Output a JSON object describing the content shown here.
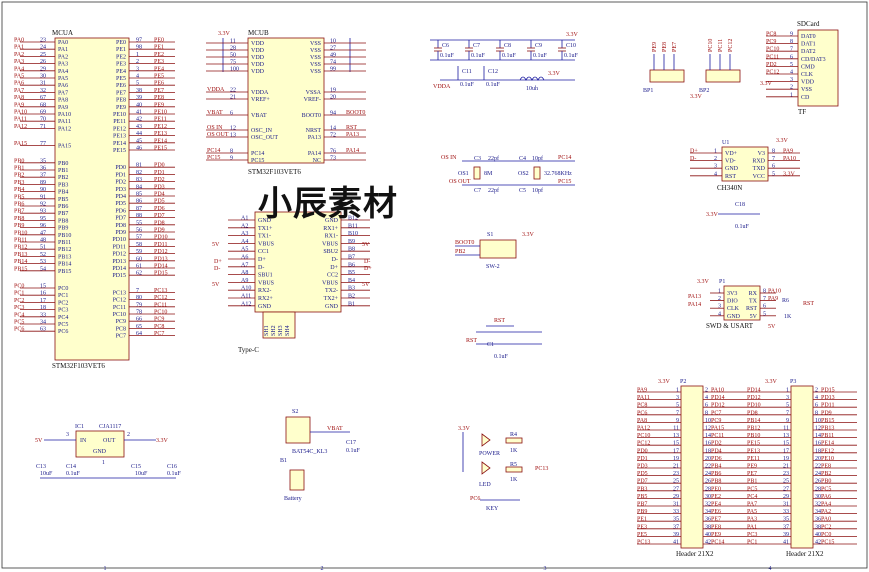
{
  "watermark": "小辰素材",
  "mcua": {
    "name": "MCUA",
    "part": "STM32F103VET6",
    "left": [
      [
        "PA0",
        "23",
        "PA0"
      ],
      [
        "PA1",
        "24",
        "PA1"
      ],
      [
        "PA2",
        "25",
        "PA2"
      ],
      [
        "PA3",
        "26",
        "PA3"
      ],
      [
        "PA4",
        "29",
        "PA4"
      ],
      [
        "PA5",
        "30",
        "PA5"
      ],
      [
        "PA6",
        "31",
        "PA6"
      ],
      [
        "PA7",
        "32",
        "PA7"
      ],
      [
        "PA8",
        "67",
        "PA8"
      ],
      [
        "PA9",
        "68",
        "PA9"
      ],
      [
        "PA10",
        "69",
        "PA10"
      ],
      [
        "PA11",
        "70",
        "PA11"
      ],
      [
        "PA12",
        "71",
        "PA12"
      ],
      [
        "PA15",
        "77",
        "PA15"
      ],
      [
        "PB0",
        "35",
        "PB0"
      ],
      [
        "PB1",
        "36",
        "PB1"
      ],
      [
        "PB2",
        "37",
        "PB2"
      ],
      [
        "PB3",
        "89",
        "PB3"
      ],
      [
        "PB4",
        "90",
        "PB4"
      ],
      [
        "PB5",
        "91",
        "PB5"
      ],
      [
        "PB6",
        "92",
        "PB6"
      ],
      [
        "PB7",
        "93",
        "PB7"
      ],
      [
        "PB8",
        "95",
        "PB8"
      ],
      [
        "PB9",
        "96",
        "PB9"
      ],
      [
        "PB10",
        "47",
        "PB10"
      ],
      [
        "PB11",
        "48",
        "PB11"
      ],
      [
        "PB12",
        "51",
        "PB12"
      ],
      [
        "PB13",
        "52",
        "PB13"
      ],
      [
        "PB14",
        "53",
        "PB14"
      ],
      [
        "PB15",
        "54",
        "PB15"
      ],
      [
        "PC0",
        "15",
        "PC0"
      ],
      [
        "PC1",
        "16",
        "PC1"
      ],
      [
        "PC2",
        "17",
        "PC2"
      ],
      [
        "PC3",
        "18",
        "PC3"
      ],
      [
        "PC4",
        "33",
        "PC4"
      ],
      [
        "PC5",
        "34",
        "PC5"
      ],
      [
        "PC6",
        "63",
        "PC6"
      ]
    ],
    "right": [
      [
        "PE0",
        "97",
        "PE0"
      ],
      [
        "PE1",
        "98",
        "PE1"
      ],
      [
        "PE2",
        "1",
        "PE2"
      ],
      [
        "PE3",
        "2",
        "PE3"
      ],
      [
        "PE4",
        "3",
        "PE4"
      ],
      [
        "PE5",
        "4",
        "PE5"
      ],
      [
        "PE6",
        "5",
        "PE6"
      ],
      [
        "PE7",
        "38",
        "PE7"
      ],
      [
        "PE8",
        "39",
        "PE8"
      ],
      [
        "PE9",
        "40",
        "PE9"
      ],
      [
        "PE10",
        "41",
        "PE10"
      ],
      [
        "PE11",
        "42",
        "PE11"
      ],
      [
        "PE12",
        "43",
        "PE12"
      ],
      [
        "PE13",
        "44",
        "PE13"
      ],
      [
        "PE14",
        "45",
        "PE14"
      ],
      [
        "PE15",
        "46",
        "PE15"
      ],
      [
        "PD0",
        "81",
        "PD0"
      ],
      [
        "PD1",
        "82",
        "PD1"
      ],
      [
        "PD2",
        "83",
        "PD2"
      ],
      [
        "PD3",
        "84",
        "PD3"
      ],
      [
        "PD4",
        "85",
        "PD4"
      ],
      [
        "PD5",
        "86",
        "PD5"
      ],
      [
        "PD6",
        "87",
        "PD6"
      ],
      [
        "PD7",
        "88",
        "PD7"
      ],
      [
        "PD8",
        "55",
        "PD8"
      ],
      [
        "PD9",
        "56",
        "PD9"
      ],
      [
        "PD10",
        "57",
        "PD10"
      ],
      [
        "PD11",
        "58",
        "PD11"
      ],
      [
        "PD12",
        "59",
        "PD12"
      ],
      [
        "PD13",
        "60",
        "PD13"
      ],
      [
        "PD14",
        "61",
        "PD14"
      ],
      [
        "PD15",
        "62",
        "PD15"
      ],
      [
        "PC13",
        "7",
        "PC13"
      ],
      [
        "PC12",
        "80",
        "PC12"
      ],
      [
        "PC11",
        "79",
        "PC11"
      ],
      [
        "PC10",
        "78",
        "PC10"
      ],
      [
        "PC9",
        "66",
        "PC9"
      ],
      [
        "PC8",
        "65",
        "PC8"
      ],
      [
        "PC7",
        "64",
        "PC7"
      ]
    ]
  },
  "mcub": {
    "name": "MCUB",
    "part": "STM32F103VET6",
    "supply": "3.3V",
    "left": [
      [
        "11",
        "VDD",
        ""
      ],
      [
        "28",
        "VDD",
        ""
      ],
      [
        "50",
        "VDD",
        ""
      ],
      [
        "75",
        "VDD",
        ""
      ],
      [
        "100",
        "VDD",
        ""
      ],
      [
        "22",
        "VDDA",
        "VDDA"
      ],
      [
        "21",
        "VREF+",
        ""
      ],
      [
        "6",
        "VBAT",
        "VBAT"
      ],
      [
        "12",
        "OSC_IN",
        "OS IN"
      ],
      [
        "13",
        "OSC_OUT",
        "OS OUT"
      ],
      [
        "8",
        "PC14",
        "PC14"
      ],
      [
        "9",
        "PC15",
        "PC15"
      ]
    ],
    "right": [
      [
        "VSS",
        "10",
        ""
      ],
      [
        "VSS",
        "27",
        ""
      ],
      [
        "VSS",
        "49",
        ""
      ],
      [
        "VSS",
        "74",
        ""
      ],
      [
        "VSS",
        "99",
        ""
      ],
      [
        "VSSA",
        "19",
        ""
      ],
      [
        "VREF-",
        "20",
        ""
      ],
      [
        "BOOT0",
        "94",
        "BOOT0"
      ],
      [
        "NRST",
        "14",
        "RST"
      ],
      [
        "PA13",
        "72",
        "PA13"
      ],
      [
        "PA14",
        "76",
        "PA14"
      ],
      [
        "NC",
        "73",
        ""
      ]
    ]
  },
  "typec": {
    "part": "Type-C",
    "left": [
      [
        "A1",
        "GND"
      ],
      [
        "A2",
        "TX1+"
      ],
      [
        "A3",
        "TX1-"
      ],
      [
        "A4",
        "VBUS"
      ],
      [
        "A5",
        "CC1"
      ],
      [
        "A6",
        "D+"
      ],
      [
        "A7",
        "D-"
      ],
      [
        "A8",
        "SBU1"
      ],
      [
        "A9",
        "VBUS"
      ],
      [
        "A10",
        "RX2-"
      ],
      [
        "A11",
        "RX2+"
      ],
      [
        "A12",
        "GND"
      ]
    ],
    "right": [
      [
        "GND",
        "B12"
      ],
      [
        "RX1+",
        "B11"
      ],
      [
        "RX1-",
        "B10"
      ],
      [
        "VBUS",
        "B9"
      ],
      [
        "SBU2",
        "B8"
      ],
      [
        "D-",
        "B7"
      ],
      [
        "D+",
        "B6"
      ],
      [
        "CC2",
        "B5"
      ],
      [
        "VBUS",
        "B4"
      ],
      [
        "TX2-",
        "B3"
      ],
      [
        "TX2+",
        "B2"
      ],
      [
        "GND",
        "B1"
      ]
    ],
    "shield": [
      "SH1",
      "SH2",
      "SH3",
      "SH4"
    ],
    "vlabel": "5V",
    "dplus": "D+",
    "dminus": "D-"
  },
  "decoupling": {
    "supply": "3.3V",
    "caps_top": [
      [
        "C6",
        "0.1uF"
      ],
      [
        "C7",
        "0.1uF"
      ],
      [
        "C8",
        "0.1uF"
      ],
      [
        "C9",
        "0.1uF"
      ],
      [
        "C10",
        "0.1uF"
      ]
    ],
    "caps_bot": [
      [
        "C11",
        "0.1uF"
      ],
      [
        "C12",
        "0.1uF"
      ]
    ],
    "vdda": "VDDA",
    "inductor": "10uh",
    "ind_supply": "3.3V"
  },
  "crystals": {
    "os_in": "OS IN",
    "os_out": "OS OUT",
    "pc14": "PC14",
    "pc15": "PC15",
    "c3": "C3",
    "c3v": "22pf",
    "c4": "C4",
    "c4v": "10pf",
    "c7": "C7",
    "c7v": "22pf",
    "c5": "C5",
    "c5v": "10pf",
    "os1": "OS1",
    "os1v": "8M",
    "os2": "OS2",
    "os2v": "32.768KHz"
  },
  "boot": {
    "s1": "S1",
    "net": "BOOT0",
    "pb2": "PB2",
    "part": "SW-2",
    "v": "3.3V"
  },
  "reset": {
    "label": "RST",
    "cap": "C1",
    "capv": "0.1uF",
    "net": "RST"
  },
  "led": {
    "v": "3.3V",
    "r4": "R4",
    "r4v": "1K",
    "power": "POWER",
    "r5": "R5",
    "r5v": "1K",
    "led": "LED",
    "pc13": "PC13",
    "key_net": "PC6",
    "key": "KEY"
  },
  "ldo": {
    "ic": "IC1",
    "part": "CJA1117",
    "in": "IN",
    "out": "OUT",
    "gnd": "GND",
    "vin": "5V",
    "vout": "3.3V",
    "c13": "C13",
    "c13v": "10uF",
    "c14": "C14",
    "c14v": "0.1uF",
    "c15": "C15",
    "c15v": "10uF",
    "c16": "C16",
    "c16v": "0.1uF",
    "pin1": "1",
    "pin2": "2",
    "pin3": "3"
  },
  "battery": {
    "s2": "S2",
    "part": "BAT54C_KL3",
    "vbat": "VBAT",
    "b1": "B1",
    "b1v": "Battery",
    "c17": "C17",
    "c17v": "0.1uF"
  },
  "bp": {
    "bp1": "BP1",
    "bp2": "BP2",
    "v": "3.3V",
    "bp1_nets": [
      "PE9",
      "PE8",
      "PE7"
    ],
    "bp2_nets": [
      "PC10",
      "PC11",
      "PC12"
    ]
  },
  "sdcard": {
    "title": "SDCard",
    "ref": "TF",
    "v": "3.3V",
    "pins": [
      [
        "PC8",
        "9",
        "DAT0"
      ],
      [
        "PC9",
        "8",
        "DAT1"
      ],
      [
        "PC10",
        "7",
        "DAT2"
      ],
      [
        "PC11",
        "6",
        "CD/DAT3"
      ],
      [
        "PD2",
        "5",
        "CMD"
      ],
      [
        "PC12",
        "4",
        "CLK"
      ],
      [
        "",
        "3",
        "VDD"
      ],
      [
        "",
        "2",
        "VSS"
      ],
      [
        "",
        "1",
        "CD"
      ]
    ]
  },
  "ch340": {
    "ref": "U1",
    "part": "CH340N",
    "v": "3.3V",
    "left": [
      [
        "D+",
        "1",
        "VD+"
      ],
      [
        "D-",
        "2",
        "VD-"
      ],
      [
        "",
        "3",
        "GND"
      ],
      [
        "",
        "4",
        "RST"
      ]
    ],
    "right": [
      [
        "V3",
        "8",
        "PA9"
      ],
      [
        "RXD",
        "7",
        "PA10"
      ],
      [
        "TXD",
        "6",
        ""
      ],
      [
        "VCC",
        "5",
        "3.3V"
      ]
    ],
    "c18": "C18",
    "c18v": "0.1uF",
    "c18_supply": "3.3V"
  },
  "swd": {
    "ref": "P1",
    "v": "3.3V",
    "part": "SWD & USART",
    "v5": "5V",
    "rows": [
      [
        "1",
        "3V3",
        "RX",
        "8",
        "PA10"
      ],
      [
        "2",
        "DIO",
        "TX",
        "7",
        "PA9"
      ],
      [
        "3",
        "CLK",
        "RST",
        "6",
        ""
      ],
      [
        "4",
        "GND",
        "5V",
        "5",
        ""
      ]
    ],
    "left_nets": [
      "PA13",
      "PA14"
    ],
    "r6": "R6",
    "r6v": "1K",
    "rst": "RST"
  },
  "p2": {
    "ref": "P2",
    "v": "3.3V",
    "part": "Header 21X2",
    "left": [
      "PA9",
      "PA11",
      "PC8",
      "PC6",
      "PA8",
      "PA12",
      "PC10",
      "PC12",
      "PD0",
      "PD1",
      "PD3",
      "PD5",
      "PD7",
      "PB3",
      "PB5",
      "PB7",
      "PB9",
      "PE1",
      "PE3",
      "PE5",
      "PC13"
    ],
    "right": [
      "PA10",
      "PD14",
      "PD12",
      "PC7",
      "PC9",
      "PA15",
      "PC11",
      "PD2",
      "PD4",
      "PD6",
      "PB4",
      "PB6",
      "PB8",
      "PE0",
      "PE2",
      "PE4",
      "PE6",
      "PE7",
      "PE8",
      "PE9",
      "PC14"
    ]
  },
  "p3": {
    "ref": "P3",
    "v": "3.3V",
    "part": "Header 21X2",
    "left": [
      "PD14",
      "PD12",
      "PD10",
      "PD8",
      "PB14",
      "PB12",
      "PB10",
      "PE15",
      "PE13",
      "PE11",
      "PE9",
      "PE7",
      "PB1",
      "PC5",
      "PC4",
      "PA7",
      "PA5",
      "PA3",
      "PA1",
      "PC3",
      "PC1"
    ],
    "right": [
      "PD15",
      "PD13",
      "PD11",
      "PD9",
      "PB15",
      "PB13",
      "PB11",
      "PE14",
      "PE12",
      "PE10",
      "PE8",
      "PB2",
      "PB0",
      "PC5",
      "PA6",
      "PA4",
      "PA2",
      "PA0",
      "PC2",
      "PC0",
      "PC15"
    ]
  },
  "frame": {
    "cols": [
      "1",
      "2",
      "3",
      "4"
    ]
  }
}
